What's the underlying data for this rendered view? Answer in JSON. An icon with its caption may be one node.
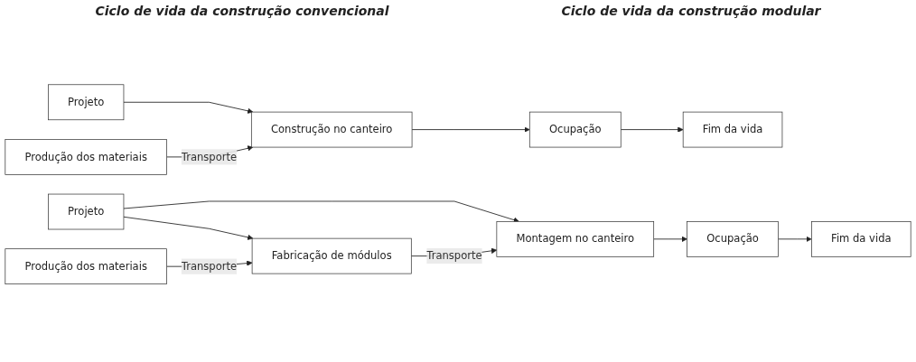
{
  "diagram": {
    "nodes": [
      {
        "text": [
          "Produção dos materiais"
        ]
      },
      {
        "text": [
          "Projeto"
        ]
      },
      {
        "text": [
          "Construção no canteiro"
        ]
      },
      {
        "text": [
          "Ocupação"
        ]
      },
      {
        "text": [
          "Fim da vida"
        ]
      },
      {
        "text": [
          "Projeto"
        ]
      },
      {
        "text": [
          "Produção dos materiais"
        ]
      },
      {
        "text": [
          "Fabricação de módulos"
        ]
      },
      {
        "text": [
          "Montagem no canteiro"
        ]
      },
      {
        "text": [
          "Ocupação"
        ]
      },
      {
        "text": [
          "Fim da vida"
        ]
      }
    ],
    "edges": [
      {
        "from": 1,
        "to": 2,
        "arrow": "to"
      },
      {
        "from": 0,
        "to": 2,
        "arrow": "to",
        "label": "Transporte"
      },
      {
        "from": 2,
        "to": 3,
        "arrow": "to"
      },
      {
        "from": 3,
        "to": 4,
        "arrow": "to"
      },
      {
        "from": 5,
        "to": 8,
        "arrow": "to"
      },
      {
        "from": 5,
        "to": 7,
        "arrow": "to"
      },
      {
        "from": 6,
        "to": 7,
        "arrow": "to",
        "label": "Transporte"
      },
      {
        "from": 7,
        "to": 8,
        "arrow": "to",
        "label": "Transporte"
      },
      {
        "from": 8,
        "to": 9,
        "arrow": "to"
      },
      {
        "from": 9,
        "to": 10,
        "arrow": "to"
      }
    ],
    "labels": [
      "Ciclo de vida da construção convencional",
      "Ciclo de vida da construção modular"
    ]
  }
}
